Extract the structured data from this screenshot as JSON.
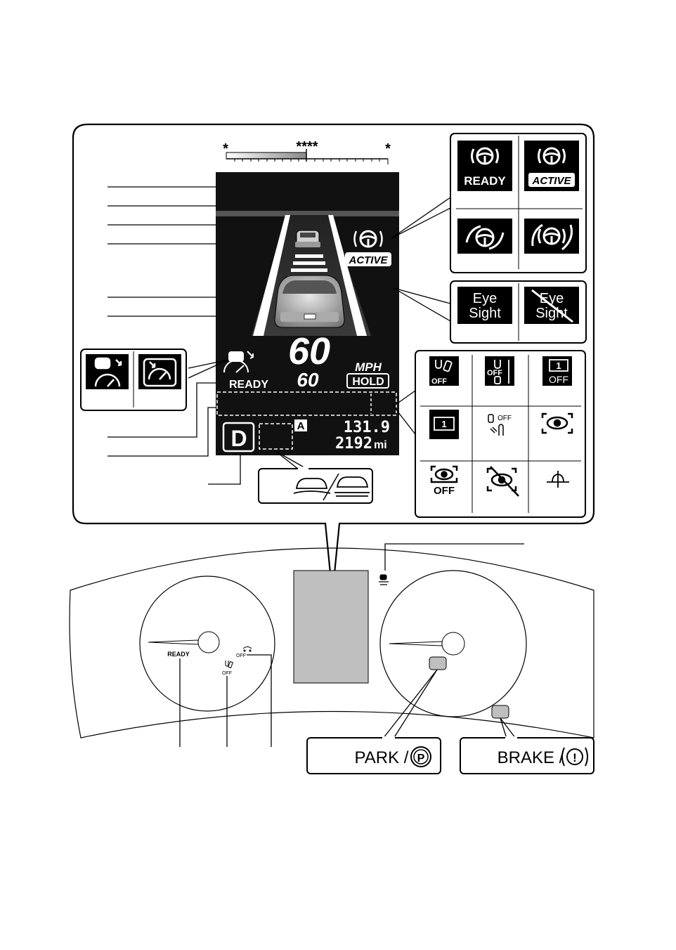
{
  "display": {
    "stars_left": "*",
    "stars_center": "****",
    "stars_right": "*",
    "set_speed": "60",
    "current_speed": "60",
    "unit": "MPH",
    "hold": "HOLD",
    "ready": "READY",
    "gear": "D",
    "auto_indicator": "A",
    "trip": "131.9",
    "odometer": "2192",
    "odometer_unit": "mi",
    "active": "ACTIVE"
  },
  "steering_panel": {
    "ready_label": "READY",
    "active_label": "ACTIVE"
  },
  "eyesight_panel": {
    "line1": "Eye",
    "line2": "Sight"
  },
  "warning_grid": {
    "off_label": "OFF",
    "lane_number": "1"
  },
  "cluster": {
    "ready_label": "READY",
    "off_label": "OFF",
    "park_label": "PARK /",
    "park_symbol": "P",
    "brake_label": "BRAKE /",
    "brake_symbol": "!"
  },
  "colors": {
    "ink": "#000000",
    "screen_bg": "#111111",
    "panel_border": "#000000",
    "lamp_fill": "#bfbfbf"
  }
}
